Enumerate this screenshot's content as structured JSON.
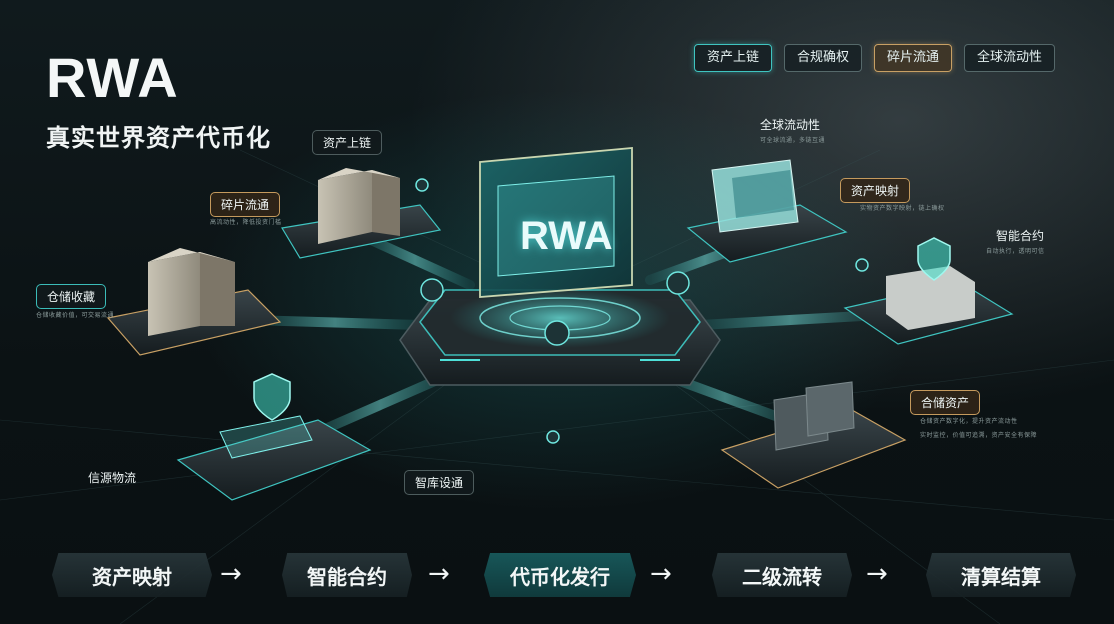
{
  "title": "RWA",
  "subtitle": "真实世界资产代币化",
  "top_tags": [
    "资产上链",
    "合规确权",
    "碎片流通",
    "全球流动性"
  ],
  "center_label": "RWA",
  "node_labels": {
    "asset_onchain": "资产上链",
    "fragment": "碎片流通",
    "fragment_desc": "高流动性，降低投资门槛",
    "warehouse_receipt": "仓储收藏",
    "warehouse_receipt_desc": "仓储收藏价值，可交易流通",
    "supply_chain": "信源物流",
    "smart_storage": "智库设通",
    "global_liquidity": "全球流动性",
    "global_liquidity_desc": "可全球流通，多链互通",
    "asset_mapping": "资产映射",
    "asset_mapping_desc": "实物资产数字映射，链上确权",
    "smart_contract": "智能合约",
    "smart_contract_desc": "自动执行，透明可信",
    "storage_asset": "合储资产",
    "storage_asset_desc_1": "仓储资产数字化，提升资产流动性",
    "storage_asset_desc_2": "实时监控，价值可追溯，资产安全有保障"
  },
  "flow_steps": [
    "资产映射",
    "智能合约",
    "代币化发行",
    "二级流转",
    "清算结算"
  ],
  "colors": {
    "teal": "#3fc4c0",
    "gold": "#c8a064",
    "background": "#0d1417"
  }
}
